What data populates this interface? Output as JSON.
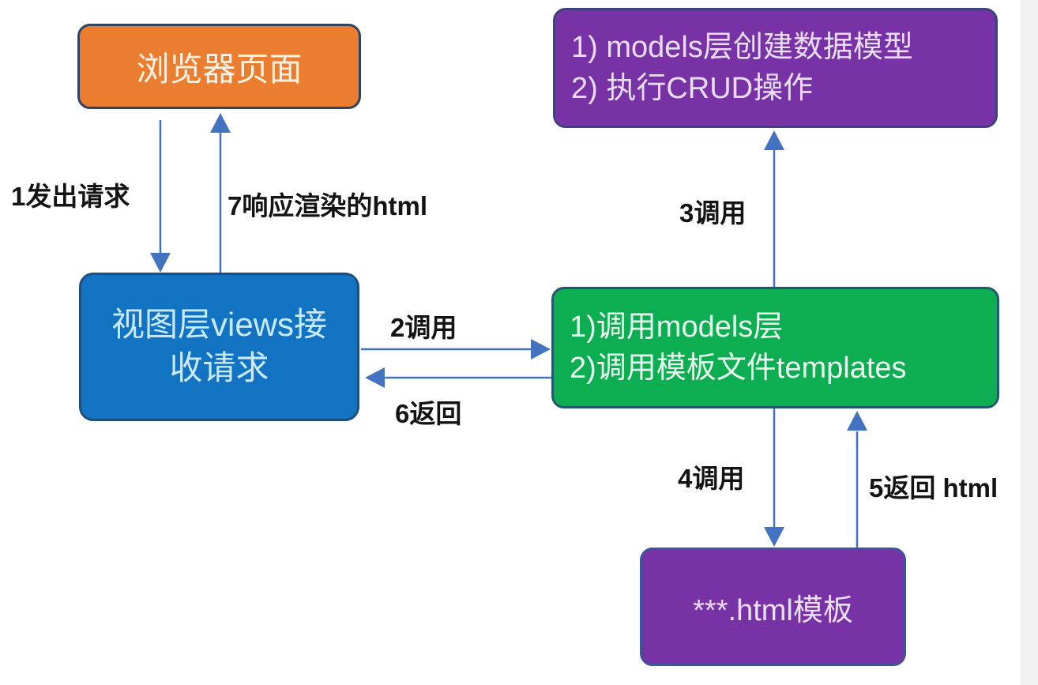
{
  "diagram": {
    "title_hint": "Django MTV request flow diagram",
    "nodes": {
      "browser": {
        "label": "浏览器页面",
        "fill": "#EA7D2F"
      },
      "models": {
        "line1": "1) models层创建数据模型",
        "line2": "2) 执行CRUD操作",
        "fill": "#7733A5"
      },
      "views": {
        "line1": "视图层views接",
        "line2": "收请求",
        "fill": "#1173C2"
      },
      "logic": {
        "line1": "1)调用models层",
        "line2": "2)调用模板文件templates",
        "fill": "#0DAD52"
      },
      "template": {
        "label": "***.html模板",
        "fill": "#7733A5"
      }
    },
    "edge_labels": {
      "e1": "1发出请求",
      "e2": "2调用",
      "e3": "3调用",
      "e4": "4调用",
      "e5": "5返回 html",
      "e6": "6返回",
      "e7": "7响应渲染的html"
    },
    "colors": {
      "arrow": "#4272C0",
      "label_text": "#141414",
      "background": "#FFFFFF"
    }
  }
}
